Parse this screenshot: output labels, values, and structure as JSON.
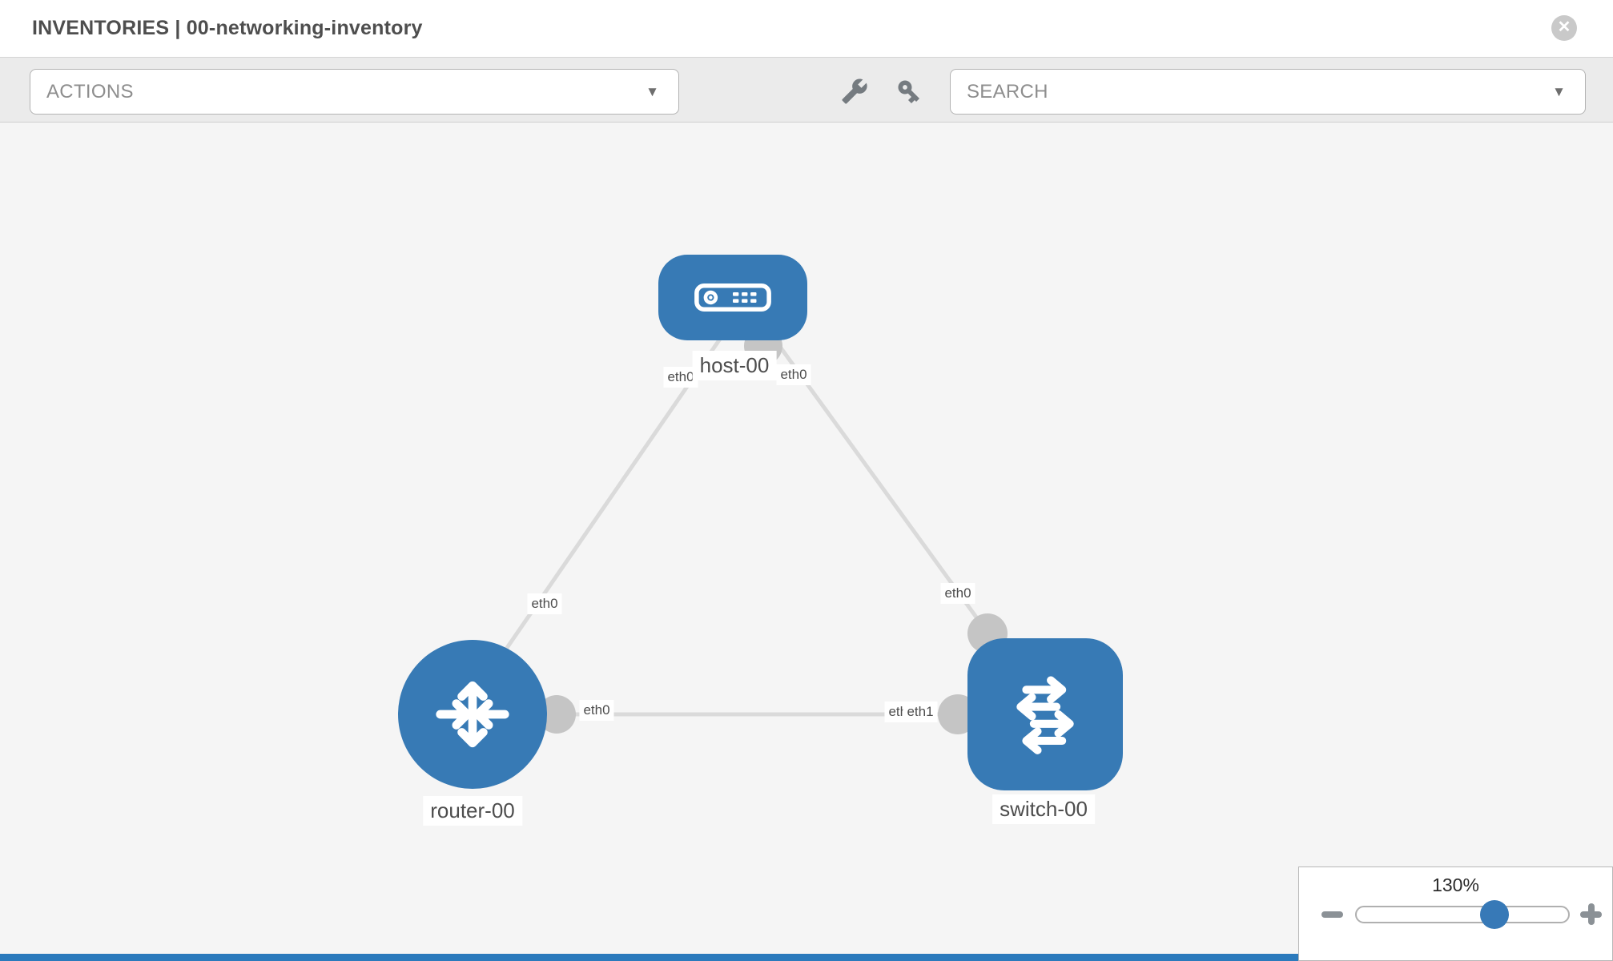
{
  "header": {
    "title": "INVENTORIES | 00-networking-inventory"
  },
  "icons": {
    "close": "✕",
    "caret": "▼"
  },
  "toolbar": {
    "actions_placeholder": "ACTIONS",
    "search_placeholder": "SEARCH"
  },
  "canvas": {
    "nodes": [
      {
        "id": "host-00",
        "type": "host",
        "label": "host-00"
      },
      {
        "id": "router-00",
        "type": "router",
        "label": "router-00"
      },
      {
        "id": "switch-00",
        "type": "switch",
        "label": "switch-00"
      }
    ],
    "links": [
      {
        "source": "router-00",
        "source_interface": "eth0",
        "target": "host-00",
        "target_interface": "eth0"
      },
      {
        "source": "switch-00",
        "source_interface": "eth0",
        "target": "host-00",
        "target_interface": "eth0"
      },
      {
        "source": "router-00",
        "source_interface": "eth0",
        "target": "switch-00",
        "target_interface": "eth1",
        "overlapping_label": "eth0"
      }
    ]
  },
  "zoom_control": {
    "level_label": "130%",
    "percent": 130
  },
  "colors": {
    "node_blue": "#377ab5",
    "link_gray": "#dadada",
    "connector_gray": "#c5c5c5",
    "accent_blue": "#2b7abc",
    "toolbar_gray": "#ebebeb",
    "canvas_gray": "#f5f5f5"
  }
}
